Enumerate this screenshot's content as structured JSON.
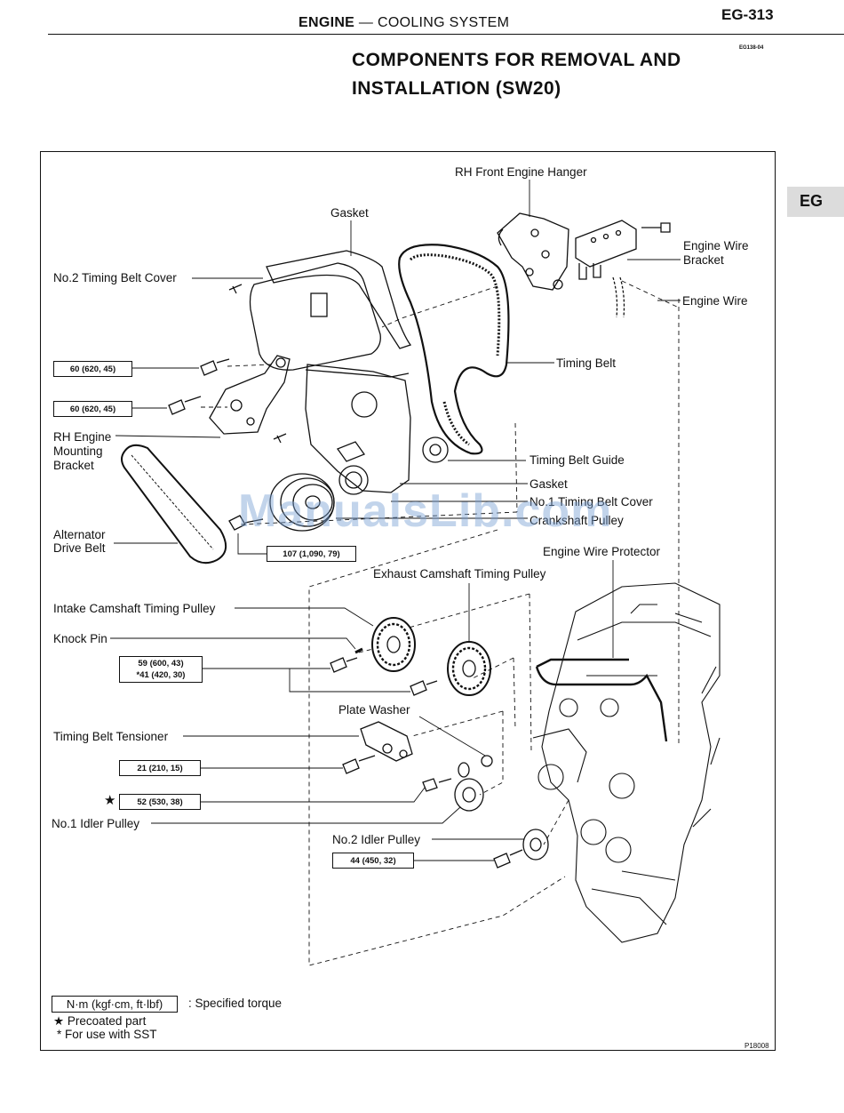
{
  "header": {
    "section": "ENGINE",
    "separator": "—",
    "subsection": "COOLING SYSTEM",
    "page_number": "EG-313",
    "doc_code": "EG138-04"
  },
  "title": {
    "line1": "COMPONENTS FOR REMOVAL AND",
    "line2": "INSTALLATION (SW20)"
  },
  "side_tab": "EG",
  "labels": {
    "rh_front_engine_hanger": "RH Front Engine Hanger",
    "gasket_top": "Gasket",
    "no2_timing_belt_cover": "No.2 Timing Belt Cover",
    "engine_wire_bracket_1": "Engine Wire",
    "engine_wire_bracket_2": "Bracket",
    "engine_wire": "Engine Wire",
    "timing_belt": "Timing Belt",
    "rh_engine_mounting_1": "RH Engine",
    "rh_engine_mounting_2": "Mounting",
    "rh_engine_mounting_3": "Bracket",
    "timing_belt_guide": "Timing Belt Guide",
    "gasket_mid": "Gasket",
    "no1_timing_belt_cover": "No.1 Timing Belt Cover",
    "crankshaft_pulley": "Crankshaft Pulley",
    "alternator_drive_belt_1": "Alternator",
    "alternator_drive_belt_2": "Drive Belt",
    "engine_wire_protector": "Engine Wire Protector",
    "exhaust_camshaft_timing_pulley": "Exhaust Camshaft Timing Pulley",
    "intake_camshaft_timing_pulley": "Intake Camshaft Timing Pulley",
    "knock_pin": "Knock Pin",
    "plate_washer": "Plate Washer",
    "timing_belt_tensioner": "Timing Belt Tensioner",
    "no1_idler_pulley": "No.1 Idler Pulley",
    "no2_idler_pulley": "No.2 Idler Pulley"
  },
  "torques": {
    "bracket_bolt_1": "60 (620, 45)",
    "bracket_bolt_2": "60 (620, 45)",
    "crank_bolt": "107 (1,090, 79)",
    "cam_bolt_a": "59 (600, 43)",
    "cam_bolt_b": "*41 (420, 30)",
    "tensioner_bolt": "21 (210, 15)",
    "idler1_bolt": "52 (530, 38)",
    "idler2_bolt": "44 (450, 32)"
  },
  "legend": {
    "unit_box": "N·m (kgf·cm, ft·lbf)",
    "unit_text": ": Specified torque",
    "precoated": "★ Precoated part",
    "sst": "* For use with SST",
    "star": "★"
  },
  "figure_id": "P18008",
  "watermark": "ManualsLib.com"
}
